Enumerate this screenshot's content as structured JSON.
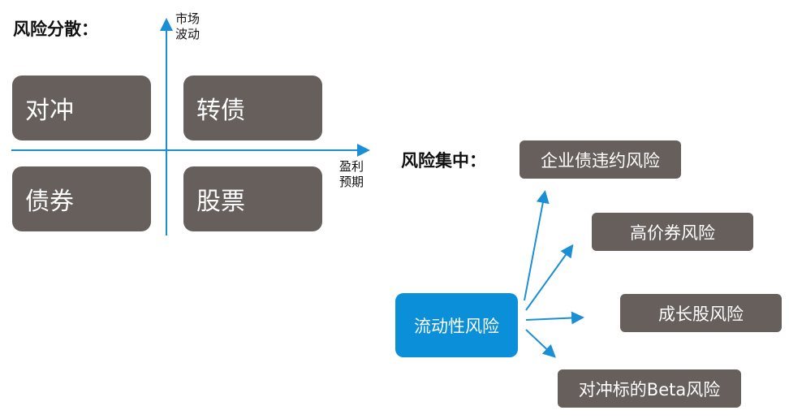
{
  "left": {
    "title": "风险分散：",
    "y_axis": [
      "市场",
      "波动"
    ],
    "x_axis": [
      "盈利",
      "预期"
    ],
    "quadrants": {
      "top_left": "对冲",
      "top_right": "转债",
      "bottom_left": "债券",
      "bottom_right": "股票"
    }
  },
  "right": {
    "title": "风险集中：",
    "source": "流动性风险",
    "targets": [
      "企业债违约风险",
      "高价券风险",
      "成长股风险",
      "对冲标的Beta风险"
    ]
  },
  "colors": {
    "box": "#665f5c",
    "source": "#0a8fd8",
    "arrow": "#1a8fd6"
  }
}
